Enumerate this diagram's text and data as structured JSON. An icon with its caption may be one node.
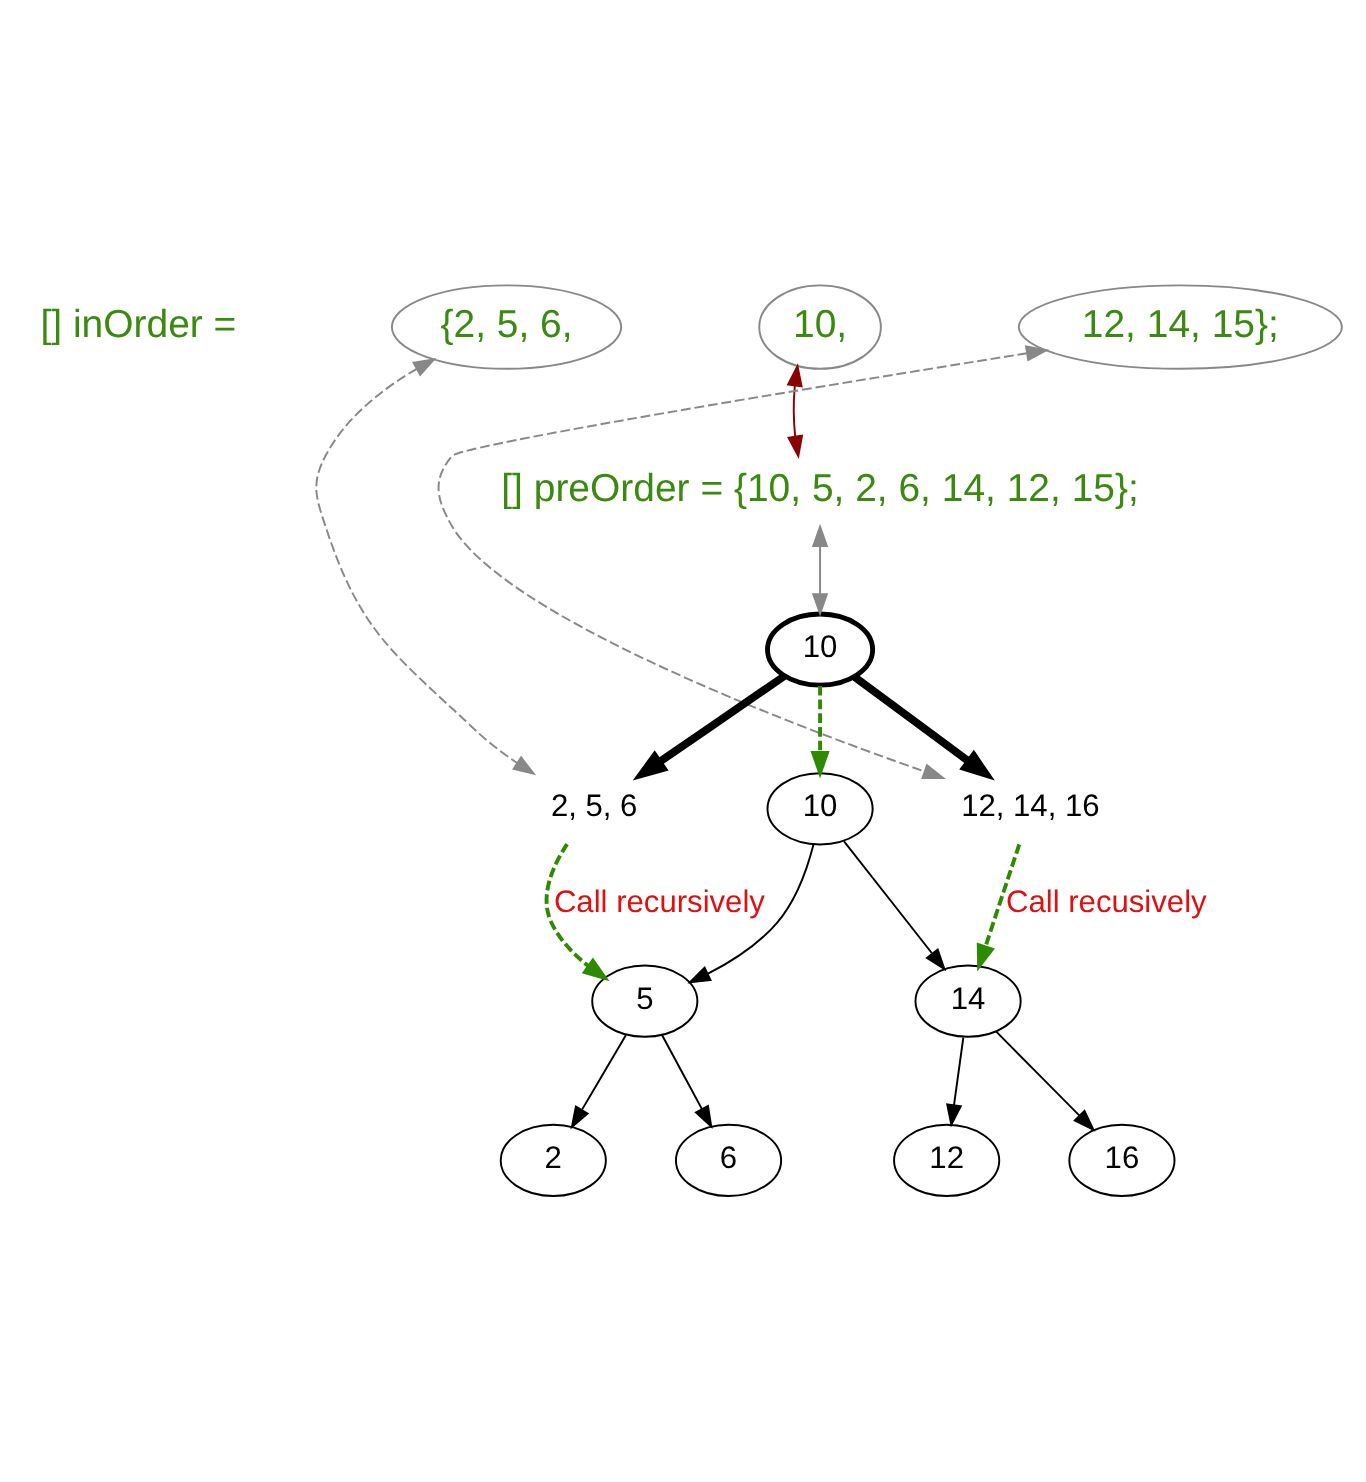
{
  "diagram": {
    "nodes": [
      {
        "text": [
          "{2, 5, 6,"
        ]
      },
      {
        "text": [
          "10,"
        ]
      },
      {
        "text": [
          "12, 14, 15};"
        ]
      },
      {
        "text": [
          "[] preOrder = {10, 5, 2, 6, 14, 12, 15};"
        ]
      },
      {
        "text": [
          "10"
        ]
      },
      {
        "text": [
          "2, 5, 6"
        ]
      },
      {
        "text": [
          "12, 14, 16"
        ]
      },
      {
        "text": [
          "10"
        ]
      },
      {
        "text": [
          "5"
        ]
      },
      {
        "text": [
          "14"
        ]
      },
      {
        "text": [
          "2"
        ]
      },
      {
        "text": [
          "6"
        ]
      },
      {
        "text": [
          "12"
        ]
      },
      {
        "text": [
          "16"
        ]
      }
    ],
    "edges": [
      {
        "from": 0,
        "to": 5,
        "arrow": "both",
        "style": "dashed",
        "color": "#888888"
      },
      {
        "from": 2,
        "to": 6,
        "arrow": "both",
        "style": "dashed",
        "color": "#888888"
      },
      {
        "from": 3,
        "to": 1,
        "arrow": "both",
        "color": "#8b0000"
      },
      {
        "from": 3,
        "to": 4,
        "arrow": "both",
        "color": "#888888"
      },
      {
        "from": 4,
        "to": 5,
        "arrow": "to",
        "style": "thick"
      },
      {
        "from": 4,
        "to": 6,
        "arrow": "to",
        "style": "thick"
      },
      {
        "from": 4,
        "to": 7,
        "arrow": "to",
        "style": "dashed",
        "color": "#2e8b00"
      },
      {
        "from": 5,
        "to": 8,
        "arrow": "to",
        "style": "dashed",
        "color": "#2e8b00",
        "label": "Call recursively"
      },
      {
        "from": 6,
        "to": 9,
        "arrow": "to",
        "style": "dashed",
        "color": "#2e8b00",
        "label": "Call recusively"
      },
      {
        "from": 7,
        "to": 8,
        "arrow": "to"
      },
      {
        "from": 7,
        "to": 9,
        "arrow": "to"
      },
      {
        "from": 8,
        "to": 10,
        "arrow": "to"
      },
      {
        "from": 8,
        "to": 11,
        "arrow": "to"
      },
      {
        "from": 9,
        "to": 12,
        "arrow": "to"
      },
      {
        "from": 9,
        "to": 13,
        "arrow": "to"
      }
    ],
    "labels": [
      "[] inOrder ="
    ]
  }
}
